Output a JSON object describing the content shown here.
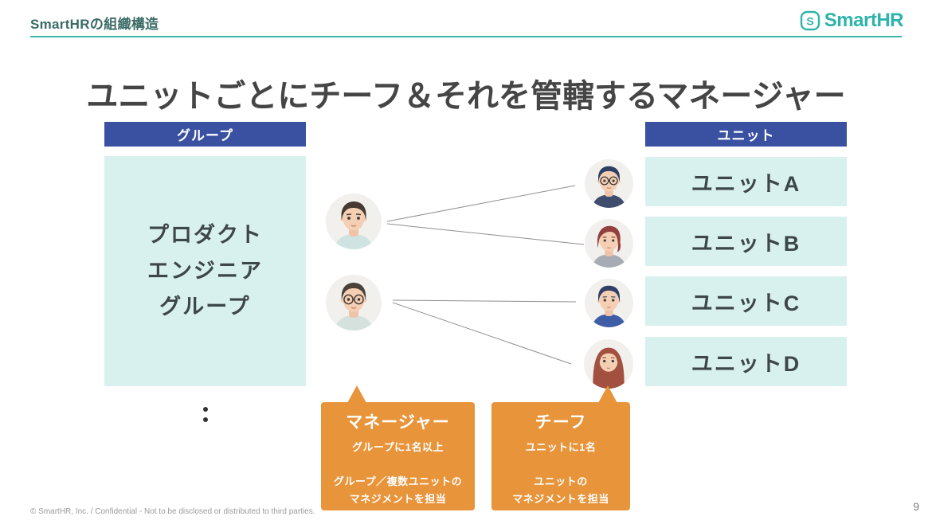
{
  "colors": {
    "brand_teal": "#2eb4aa",
    "header_text_teal": "#3a6b66",
    "column_header_blue": "#3a51a2",
    "box_light_teal": "#d9f1ee",
    "callout_orange": "#e8943a",
    "title_charcoal": "#454545"
  },
  "header": {
    "title": "SmartHRの組織構造",
    "logo_text": "SmartHR"
  },
  "main": {
    "title": "ユニットごとにチーフ＆それを管轄するマネージャー",
    "group_column": {
      "header": "グループ",
      "box_lines": [
        "プロダクト",
        "エンジニア",
        "グループ"
      ]
    },
    "unit_column": {
      "header": "ユニット",
      "units": [
        {
          "label": "ユニットA"
        },
        {
          "label": "ユニットB"
        },
        {
          "label": "ユニットC"
        },
        {
          "label": "ユニットD"
        }
      ]
    },
    "callouts": {
      "manager": {
        "title": "マネージャー",
        "subtitle": "グループに1名以上",
        "desc_line1": "グループ／複数ユニットの",
        "desc_line2": "マネジメントを担当"
      },
      "chief": {
        "title": "チーフ",
        "subtitle": "ユニットに1名",
        "desc_line1": "ユニットの",
        "desc_line2": "マネジメントを担当"
      }
    }
  },
  "footer": {
    "confidential": "© SmartHR, Inc. / Confidential - Not to be disclosed or distributed to third parties.",
    "page_number": "9"
  }
}
